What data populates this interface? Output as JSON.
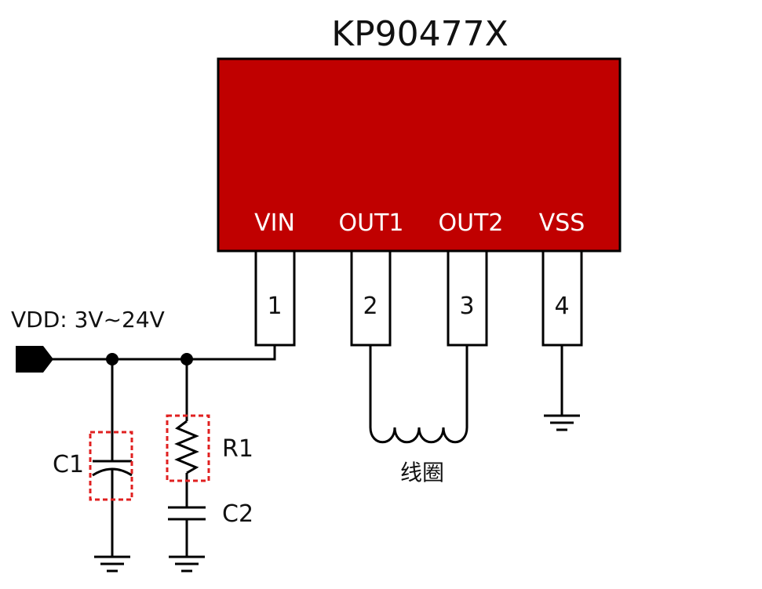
{
  "chip": {
    "title": "KP90477X",
    "body_color": "#c00000",
    "pins": [
      {
        "name": "VIN",
        "number": "1"
      },
      {
        "name": "OUT1",
        "number": "2"
      },
      {
        "name": "OUT2",
        "number": "3"
      },
      {
        "name": "VSS",
        "number": "4"
      }
    ]
  },
  "supply": {
    "label": "VDD: 3V~24V"
  },
  "components": {
    "c1": "C1",
    "r1": "R1",
    "c2": "C2",
    "coil": "线圈"
  },
  "colors": {
    "highlight": "#e02020",
    "wire": "#000000"
  }
}
